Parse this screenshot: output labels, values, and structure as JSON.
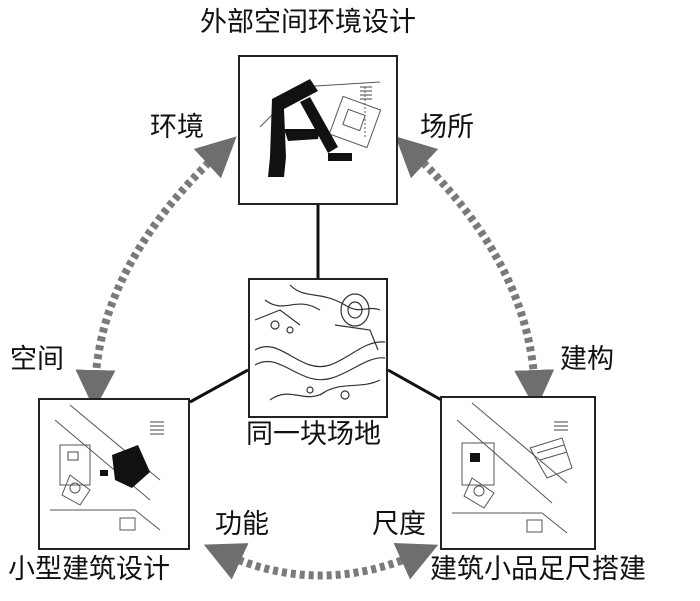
{
  "nodes": {
    "top": {
      "title": "外部空间环境设计"
    },
    "left": {
      "title": "小型建筑设计"
    },
    "right": {
      "title": "建筑小品足尺搭建"
    },
    "center": {
      "title": "同一块场地"
    }
  },
  "relations": {
    "top_left_upper": "环境",
    "top_left_lower": "空间",
    "top_right_upper": "场所",
    "top_right_lower": "建构",
    "left_right_left": "功能",
    "left_right_right": "尺度"
  },
  "colors": {
    "arrow": "#7a7a7a",
    "line": "#111111",
    "box_border": "#222222"
  }
}
